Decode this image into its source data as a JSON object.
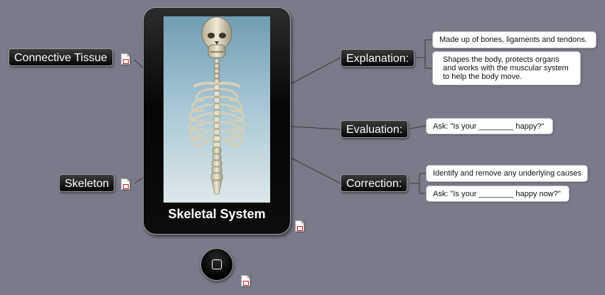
{
  "central": {
    "title": "Skeletal System",
    "image_icon": "skeleton-image"
  },
  "left_topics": [
    {
      "label": "Connective Tissue",
      "icon": "document-icon"
    },
    {
      "label": "Skeleton",
      "icon": "document-icon"
    }
  ],
  "right_topics": [
    {
      "label": "Explanation:",
      "notes": [
        {
          "lines": [
            "Made up of bones, ligaments and tendons."
          ]
        },
        {
          "lines": [
            "Shapes the body, protects organs",
            "and works with the muscular system",
            "to help the body move."
          ]
        }
      ]
    },
    {
      "label": "Evaluation:",
      "notes": [
        {
          "lines": [
            "Ask: \"Is your ________ happy?\""
          ]
        }
      ]
    },
    {
      "label": "Correction:",
      "notes": [
        {
          "lines": [
            "Identify and remove any underlying causes"
          ]
        },
        {
          "lines": [
            "Ask: \"Is your  ________ happy now?\""
          ]
        }
      ]
    }
  ],
  "colors": {
    "background": "#7a7b8a",
    "topic_fill": "#000000",
    "topic_text": "#ffffff",
    "connector": "#3a3a3a"
  }
}
